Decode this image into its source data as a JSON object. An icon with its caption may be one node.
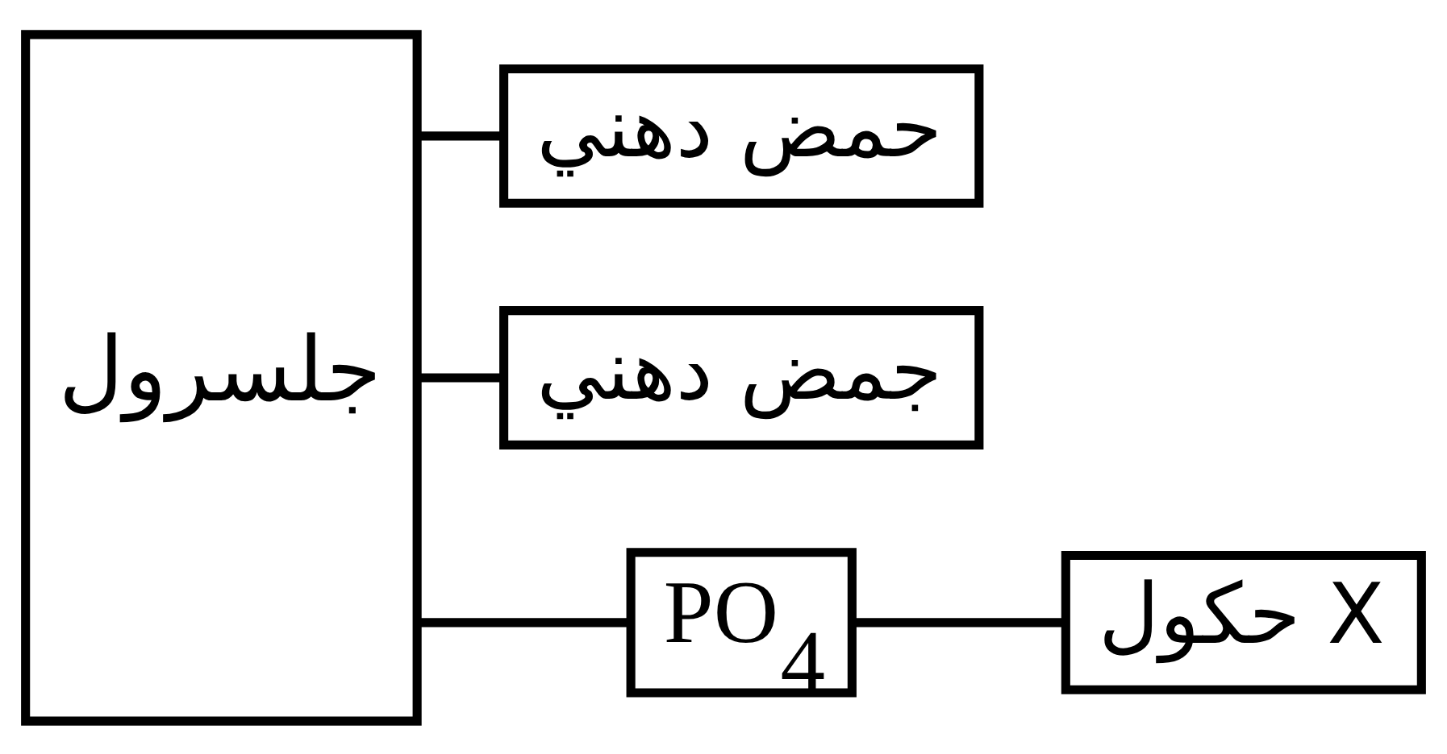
{
  "diagram": {
    "nodes": [
      {
        "text": [
          "جلسرول"
        ]
      },
      {
        "text": [
          "حمض دهني"
        ]
      },
      {
        "text": [
          "جمض دهني"
        ]
      },
      {
        "text": [
          "PO$_{4}$"
        ]
      },
      {
        "text": [
          "حكول X"
        ]
      }
    ],
    "edges": [
      {
        "from": 0,
        "to": 1,
        "arrow": "none"
      },
      {
        "from": 0,
        "to": 2,
        "arrow": "none"
      },
      {
        "from": 0,
        "to": 3,
        "arrow": "none"
      },
      {
        "from": 3,
        "to": 4,
        "arrow": "none"
      }
    ]
  }
}
